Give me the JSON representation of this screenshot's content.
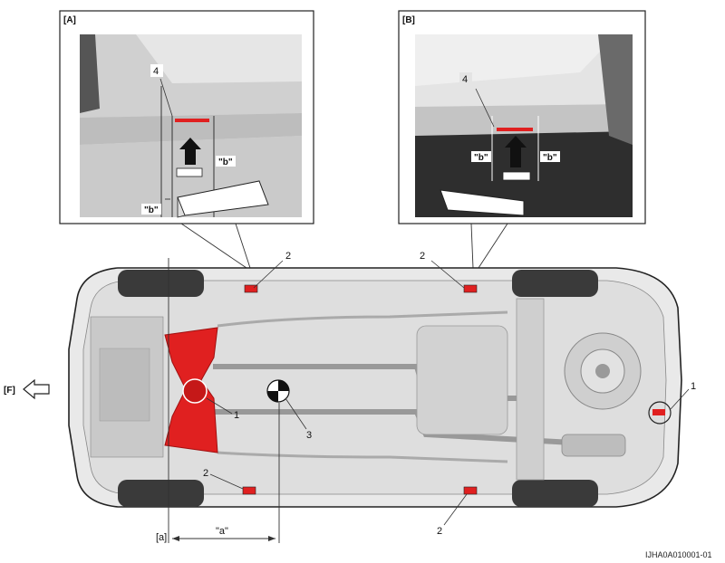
{
  "figure_code": "IJHA0A010001-01",
  "inset_a": {
    "label": "[A]",
    "callout_number": "4",
    "dim_label_1": "\"b\"",
    "dim_label_2": "\"b\""
  },
  "inset_b": {
    "label": "[B]",
    "callout_number": "4",
    "dim_label_1": "\"b\"",
    "dim_label_2": "\"b\""
  },
  "front_marker": "[F]",
  "reference_line": "[a]",
  "dimension_a": "\"a\"",
  "callouts": {
    "tow_hook": "1",
    "jack_point_front_left": "2",
    "jack_point_rear_left": "2",
    "jack_point_front_right": "2",
    "jack_point_rear_right": "2",
    "front_crossmember": "1",
    "center_of_gravity": "3"
  },
  "colors": {
    "highlight": "#e02020",
    "body": "#e9e9e9",
    "outline": "#222222"
  }
}
